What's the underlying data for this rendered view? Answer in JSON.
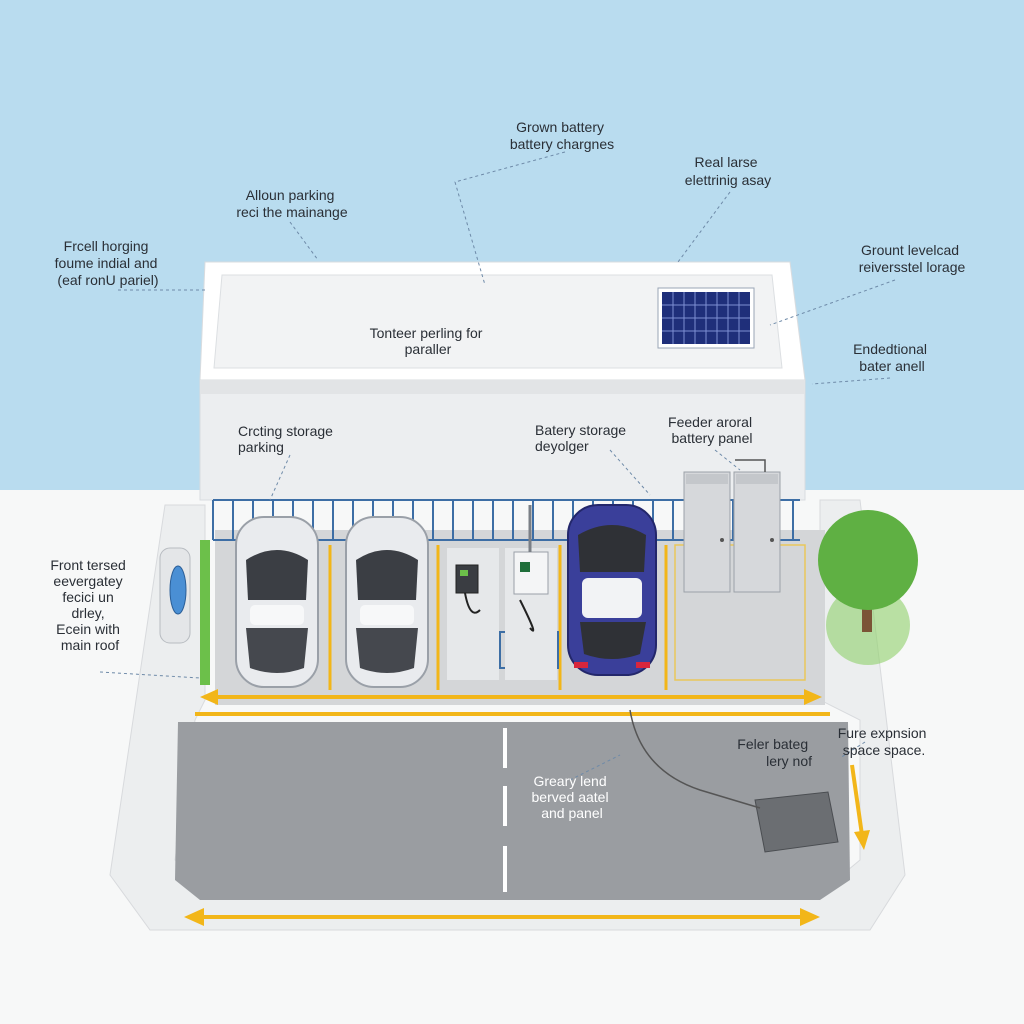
{
  "labels": {
    "top_center": [
      "Grown battery",
      "battery chargnes"
    ],
    "top_right": [
      "Real larse",
      "elettrinig asay"
    ],
    "top_left_mid": [
      "Alloun parking",
      "reci the mainange"
    ],
    "left_upper": [
      "Frcell horging",
      "foume indial and",
      "(eaf ronU pariel)"
    ],
    "right_upper": [
      "Grount levelcad",
      "reiversstel lorage"
    ],
    "right_mid": [
      "Endedtional",
      "bater anell"
    ],
    "roof_center": [
      "Tonteer perling for",
      "paraller"
    ],
    "wall_left": [
      "Crcting storage",
      "parking"
    ],
    "wall_center": [
      "Batery storage",
      "deyolger"
    ],
    "wall_right": [
      "Feeder aroral",
      "battery panel"
    ],
    "left_lower": [
      "Front tersed",
      "eevergatey",
      "fecici un",
      "drley,",
      "Ecein with",
      "main roof"
    ],
    "right_lower": [
      "Fure expnsion",
      "space space."
    ],
    "road_right": [
      "Feler bateg",
      "lery nof"
    ],
    "road_center": [
      "Greary lend",
      "berved aatel",
      "and panel"
    ]
  },
  "colors": {
    "sky": "#b9dcef",
    "building": "#f1f2f3",
    "lot": "#d4d6d8",
    "road": "#9a9da1",
    "accent_yellow": "#f2b619",
    "accent_green": "#6cc04a",
    "fence": "#3d6ea5",
    "solar": "#1f2f7a",
    "car_white": "#e9ebee",
    "car_blue": "#3a3f9a",
    "tree": "#5fb043"
  }
}
